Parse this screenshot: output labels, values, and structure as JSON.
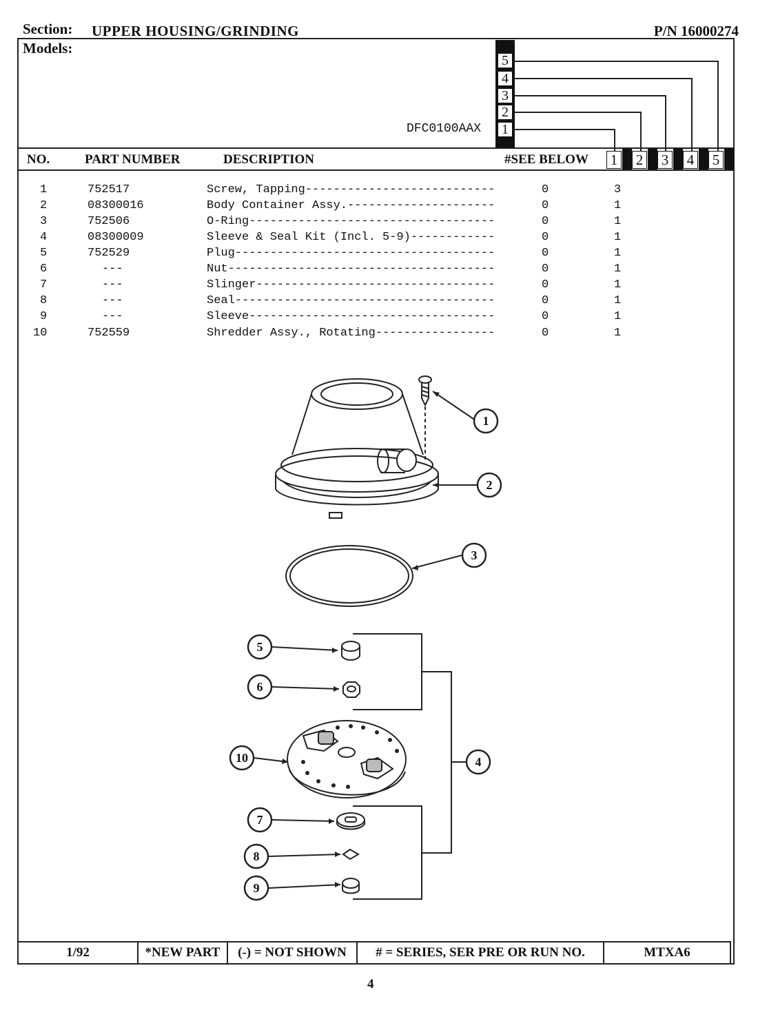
{
  "header": {
    "section_label": "Section:",
    "section_value": "UPPER HOUSING/GRINDING",
    "part_number": "P/N 16000274",
    "models_label": "Models:"
  },
  "models": {
    "boxes": [
      "5",
      "4",
      "3",
      "2",
      "1"
    ],
    "model_name": "DFC0100AAX"
  },
  "table_header": {
    "no": "NO.",
    "part_number": "PART NUMBER",
    "description": "DESCRIPTION",
    "see_below": "#SEE BELOW",
    "series": [
      "1",
      "2",
      "3",
      "4",
      "5"
    ]
  },
  "parts": [
    {
      "no": "1",
      "part": "752517",
      "desc": "Screw, Tapping---------------------------",
      "see": "0",
      "qty": "3"
    },
    {
      "no": "2",
      "part": "08300016",
      "desc": "Body Container Assy.---------------------",
      "see": "0",
      "qty": "1"
    },
    {
      "no": "3",
      "part": "752506",
      "desc": "O-Ring-----------------------------------",
      "see": "0",
      "qty": "1"
    },
    {
      "no": "4",
      "part": "08300009",
      "desc": "Sleeve & Seal Kit (Incl. 5-9)------------",
      "see": "0",
      "qty": "1"
    },
    {
      "no": "5",
      "part": "752529",
      "desc": "Plug-------------------------------------",
      "see": "0",
      "qty": "1"
    },
    {
      "no": "6",
      "part": "---",
      "desc": "Nut--------------------------------------",
      "see": "0",
      "qty": "1"
    },
    {
      "no": "7",
      "part": "---",
      "desc": "Slinger----------------------------------",
      "see": "0",
      "qty": "1"
    },
    {
      "no": "8",
      "part": "---",
      "desc": "Seal-------------------------------------",
      "see": "0",
      "qty": "1"
    },
    {
      "no": "9",
      "part": "---",
      "desc": "Sleeve-----------------------------------",
      "see": "0",
      "qty": "1"
    },
    {
      "no": "10",
      "part": "752559",
      "desc": "Shredder Assy., Rotating-----------------",
      "see": "0",
      "qty": "1"
    }
  ],
  "callouts": [
    "1",
    "2",
    "3",
    "4",
    "5",
    "6",
    "10",
    "7",
    "8",
    "9"
  ],
  "footer": {
    "date": "1/92",
    "new_part": "*NEW PART",
    "not_shown": "(-) = NOT SHOWN",
    "series": "# = SERIES, SER PRE OR RUN NO.",
    "code": "MTXA6"
  },
  "page_number": "4"
}
